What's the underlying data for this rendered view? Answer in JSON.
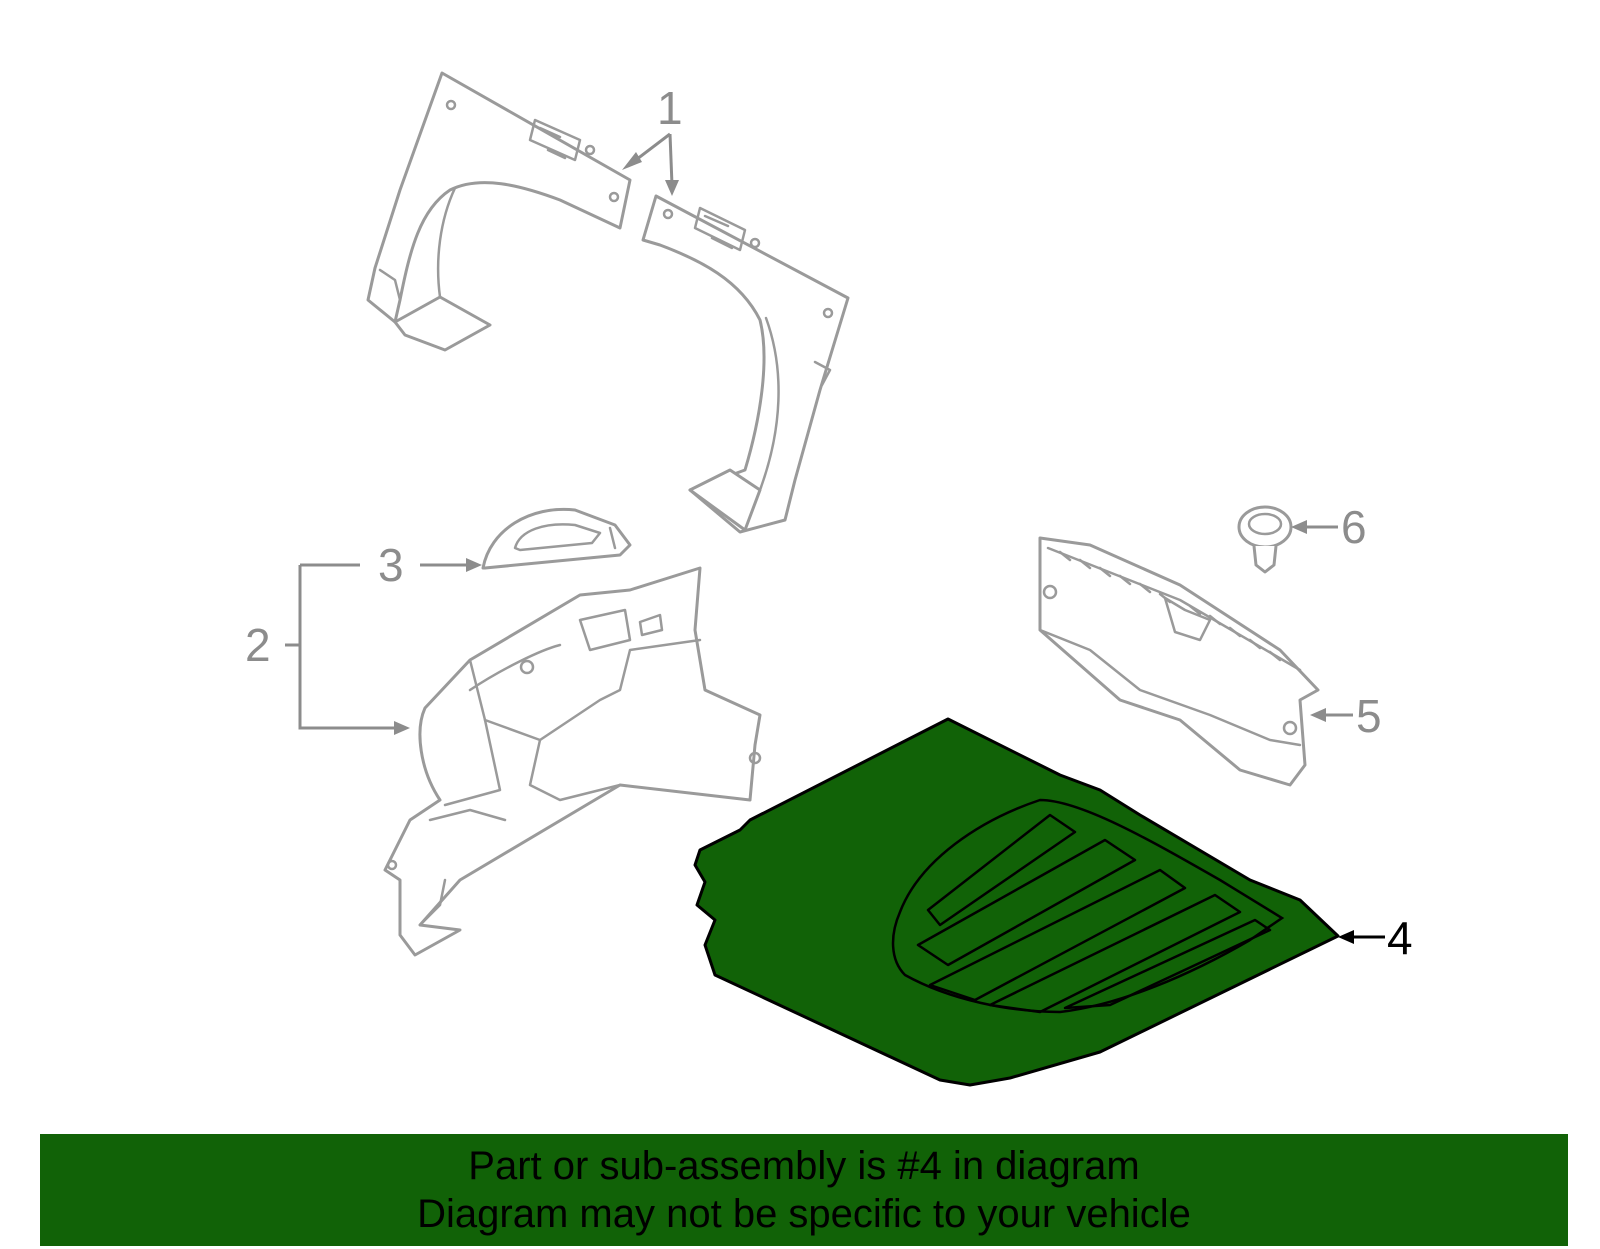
{
  "callouts": {
    "c1": "1",
    "c2": "2",
    "c3": "3",
    "c4": "4",
    "c5": "5",
    "c6": "6"
  },
  "highlighted_part": "4",
  "colors": {
    "highlight_fill": "#116207",
    "banner_background": "#116207",
    "muted_stroke": "#9a9a9a",
    "muted_label": "#8c8c8c",
    "active_stroke": "#000000"
  },
  "banner": {
    "line1": "Part or sub-assembly is #4 in diagram",
    "line2": "Diagram may not be specific to your vehicle"
  }
}
